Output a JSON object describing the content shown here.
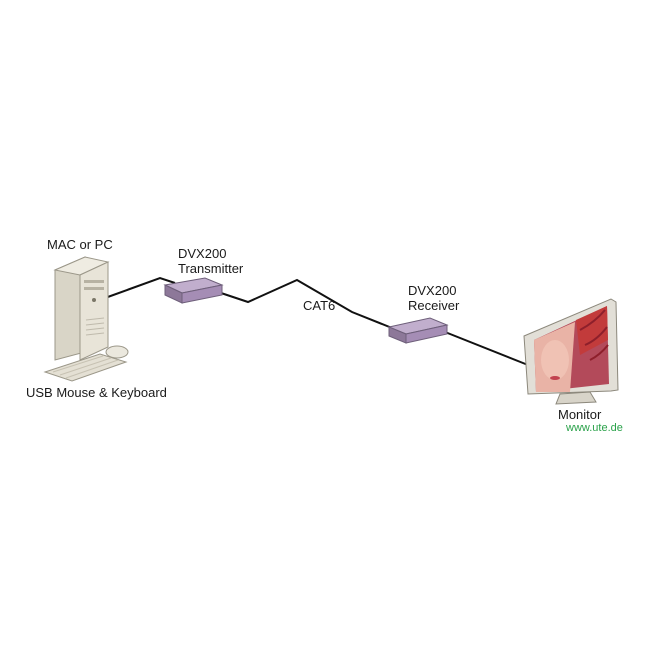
{
  "nodes": {
    "computer": {
      "label": "MAC or PC",
      "icon": "desktop-tower-icon"
    },
    "peripherals": {
      "label": "USB Mouse & Keyboard",
      "icon": "keyboard-mouse-icon"
    },
    "transmitter": {
      "line1": "DVX200",
      "line2": "Transmitter",
      "icon": "transmitter-box-icon"
    },
    "receiver": {
      "line1": "DVX200",
      "line2": "Receiver",
      "icon": "receiver-box-icon"
    },
    "monitor": {
      "label": "Monitor",
      "icon": "monitor-icon"
    }
  },
  "link": {
    "cable_label": "CAT6"
  },
  "watermark": "www.ute.de",
  "colors": {
    "device_purple": "#a58db5",
    "url_green": "#2aa24a",
    "case_beige": "#e8e4d8"
  }
}
